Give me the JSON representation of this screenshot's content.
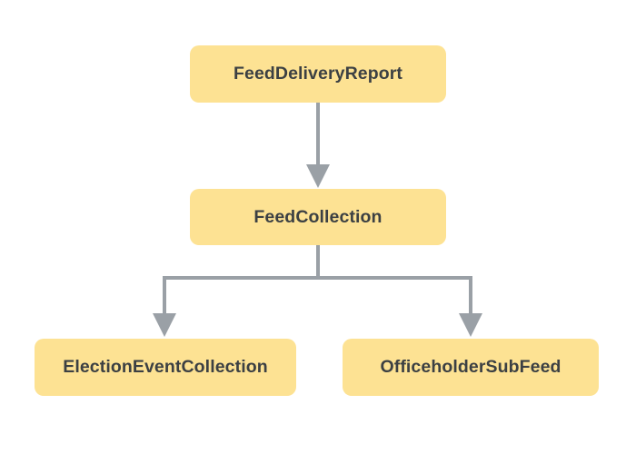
{
  "diagram": {
    "type": "tree",
    "colors": {
      "node_fill": "#FDE293",
      "node_text": "#3C4043",
      "arrow": "#9AA0A6",
      "background": "#FFFFFF"
    },
    "nodes": [
      {
        "id": "feed-delivery-report",
        "label": "FeedDeliveryReport"
      },
      {
        "id": "feed-collection",
        "label": "FeedCollection"
      },
      {
        "id": "election-event-collection",
        "label": "ElectionEventCollection"
      },
      {
        "id": "officeholder-sub-feed",
        "label": "OfficeholderSubFeed"
      }
    ],
    "edges": [
      {
        "from": "FeedDeliveryReport",
        "to": "FeedCollection"
      },
      {
        "from": "FeedCollection",
        "to": "ElectionEventCollection"
      },
      {
        "from": "FeedCollection",
        "to": "OfficeholderSubFeed"
      }
    ]
  }
}
